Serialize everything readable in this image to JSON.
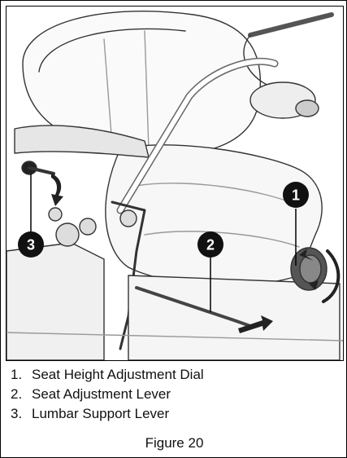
{
  "callouts": [
    "1",
    "2",
    "3"
  ],
  "legend": [
    {
      "num": "1.",
      "text": "Seat Height Adjustment Dial"
    },
    {
      "num": "2.",
      "text": "Seat Adjustment Lever"
    },
    {
      "num": "3.",
      "text": "Lumbar Support Lever"
    }
  ],
  "caption": "Figure 20"
}
